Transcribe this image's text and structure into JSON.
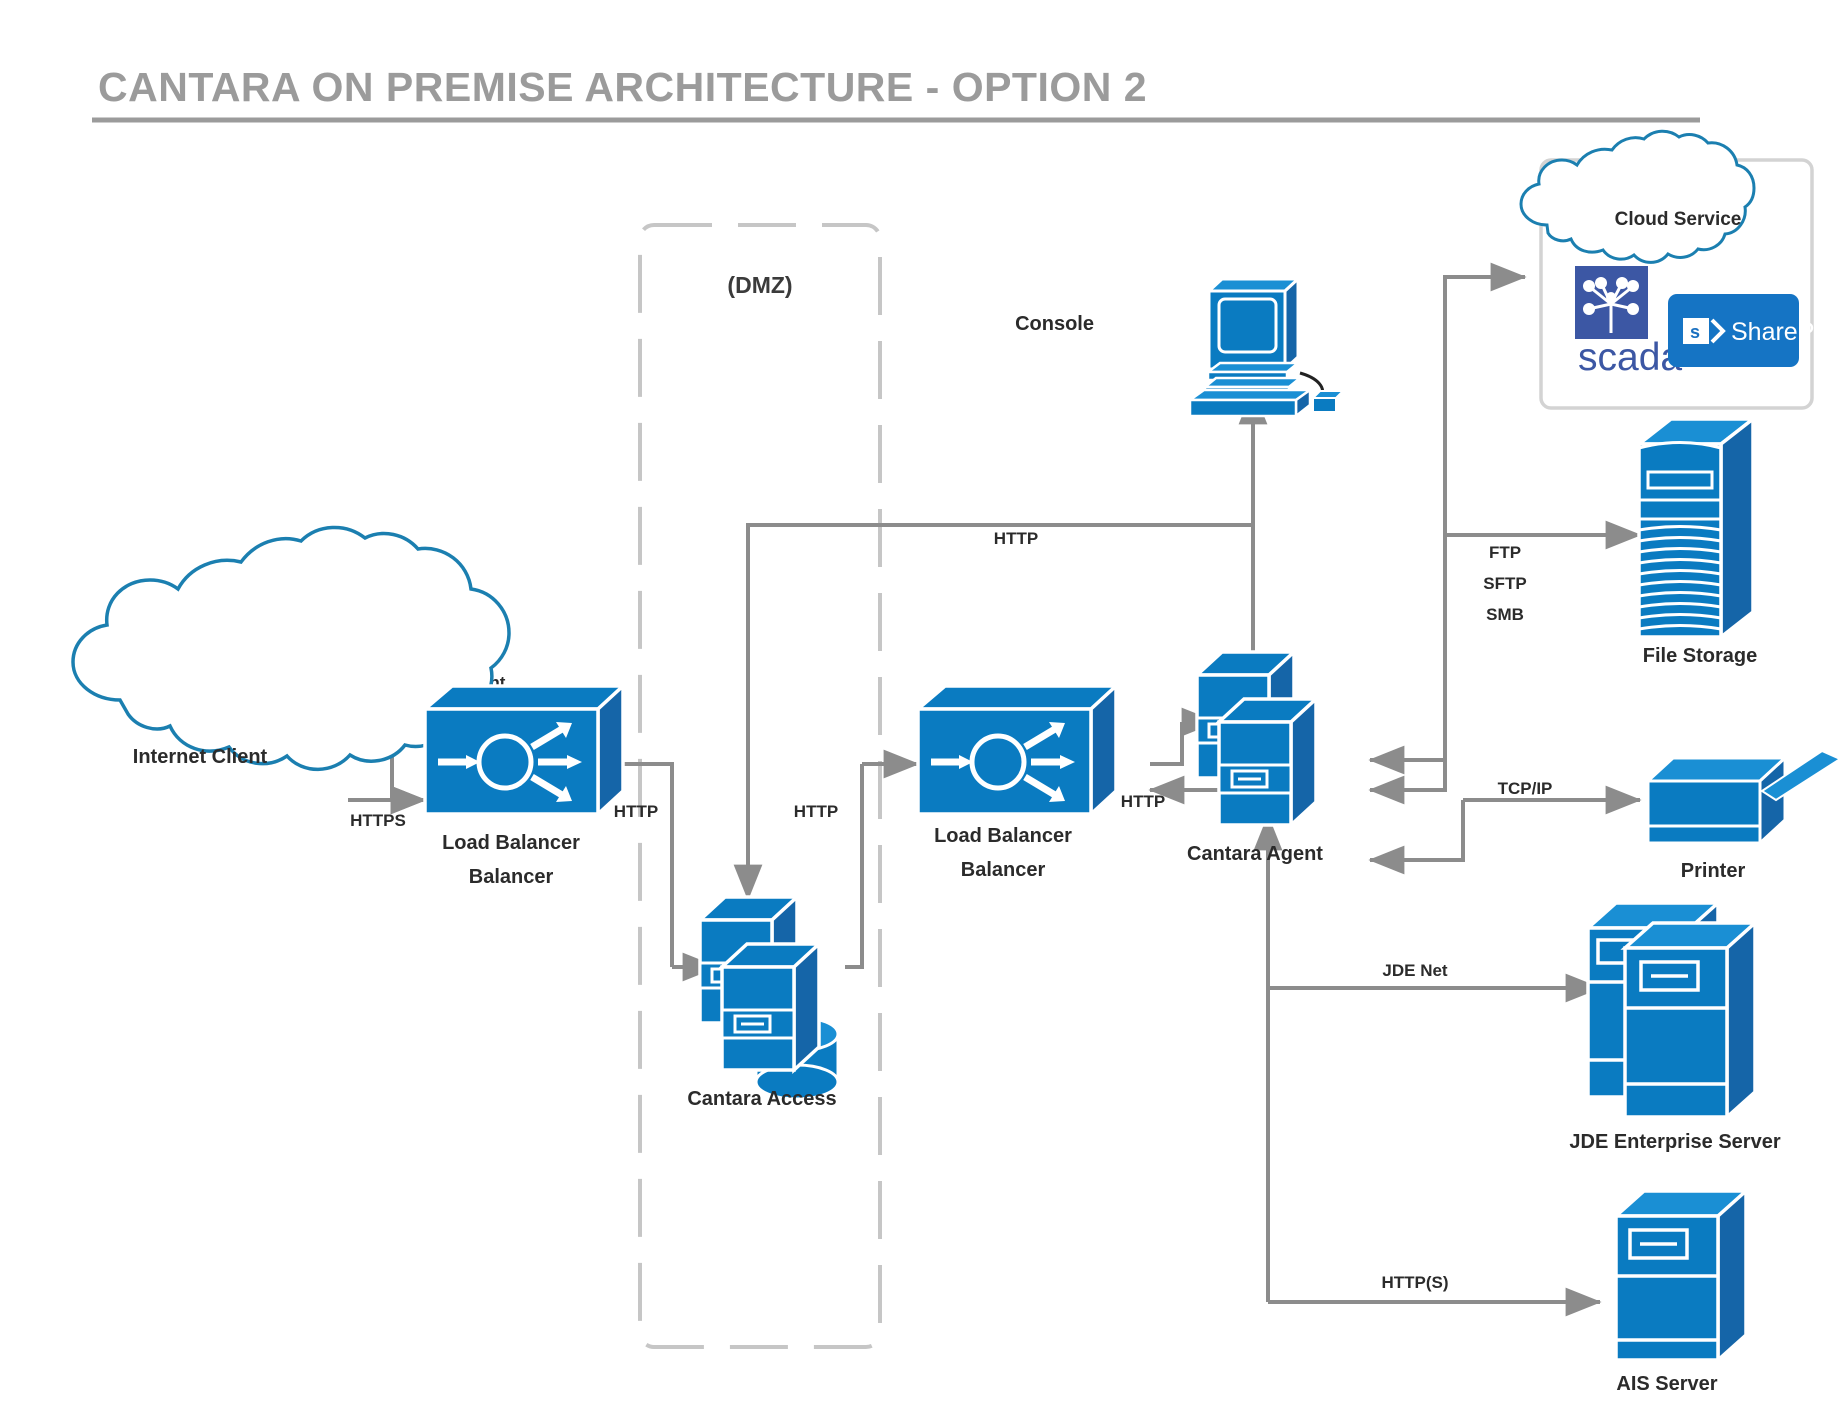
{
  "page": {
    "title": "CANTARA ON PREMISE ARCHITECTURE - OPTION 2",
    "background": "#ffffff",
    "title_color": "#9b9b9b",
    "accent_blue": "#0a7bc1",
    "accent_blue_dark": "#1565a8",
    "edge_gray": "#8c8c8c",
    "cloud_stroke": "#1b7fb0"
  },
  "zones": [
    {
      "id": "dmz",
      "label": "(DMZ)",
      "style": "dashed-rounded"
    }
  ],
  "nodes": [
    {
      "id": "internet-client",
      "label": "Internet Client",
      "icon": "cloud-icon"
    },
    {
      "id": "load-balancer-1",
      "label": "Load Balancer",
      "icon": "load-balancer-icon",
      "annotation": "SSL End Point"
    },
    {
      "id": "cantara-access",
      "label": "Cantara Access",
      "icon": "server-stack-db-icon"
    },
    {
      "id": "load-balancer-2",
      "label": "Load Balancer",
      "icon": "load-balancer-icon"
    },
    {
      "id": "cantara-agent",
      "label": "Cantara Agent",
      "icon": "server-stack-icon"
    },
    {
      "id": "console",
      "label": "Console",
      "icon": "desktop-computer-icon"
    },
    {
      "id": "cloud-service",
      "label": "Cloud Service",
      "icon": "cloud-icon"
    },
    {
      "id": "scada",
      "label": "scada",
      "icon": "scada-logo-icon"
    },
    {
      "id": "sharepoint",
      "label": "SharePoint",
      "icon": "sharepoint-logo-icon"
    },
    {
      "id": "file-storage",
      "label": "File Storage",
      "icon": "tower-storage-icon"
    },
    {
      "id": "printer",
      "label": "Printer",
      "icon": "printer-icon"
    },
    {
      "id": "jde-enterprise-server",
      "label": "JDE Enterprise Server",
      "icon": "server-pair-icon"
    },
    {
      "id": "ais-server",
      "label": "AIS Server",
      "icon": "server-icon"
    }
  ],
  "edges": [
    {
      "id": "e1",
      "from": "internet-client",
      "to": "load-balancer-1",
      "label": "HTTPS"
    },
    {
      "id": "e2",
      "from": "load-balancer-1",
      "to": "cantara-access",
      "label": "HTTP"
    },
    {
      "id": "e3",
      "from": "cantara-access",
      "to": "load-balancer-2",
      "label": "HTTP"
    },
    {
      "id": "e4",
      "from": "load-balancer-2",
      "to": "cantara-agent",
      "label": "HTTP"
    },
    {
      "id": "e5",
      "from": "cantara-agent",
      "to": "console",
      "label": "HTTP"
    },
    {
      "id": "e6",
      "from": "cantara-agent",
      "to": "cloud-service",
      "label": ""
    },
    {
      "id": "e7",
      "from": "cantara-agent",
      "to": "file-storage",
      "label": "FTP\nSFTP\nSMB"
    },
    {
      "id": "e8",
      "from": "cantara-agent",
      "to": "printer",
      "label": "TCP/IP"
    },
    {
      "id": "e9",
      "from": "cantara-agent",
      "to": "jde-enterprise-server",
      "label": "JDE Net"
    },
    {
      "id": "e10",
      "from": "cantara-agent",
      "to": "ais-server",
      "label": "HTTP(S)"
    }
  ],
  "labels": {
    "https": "HTTPS",
    "ssl_end_point": "SSL End Point",
    "http_lb1_access": "HTTP",
    "http_access_lb2": "HTTP",
    "http_lb2_agent": "HTTP",
    "http_console": "HTTP",
    "ftp": "FTP",
    "sftp": "SFTP",
    "smb": "SMB",
    "tcpip": "TCP/IP",
    "jde_net": "JDE Net",
    "https_ais": "HTTP(S)",
    "dmz": "(DMZ)",
    "cloud_service": "Cloud Service",
    "internet_client": "Internet Client",
    "load_balancer_1": "Load Balancer",
    "load_balancer_2": "Load Balancer",
    "cantara_access": "Cantara Access",
    "cantara_agent": "Cantara Agent",
    "console": "Console",
    "file_storage": "File Storage",
    "printer": "Printer",
    "jde_enterprise_server": "JDE Enterprise Server",
    "ais_server": "AIS Server",
    "scada": "scada",
    "sharepoint": "SharePoint",
    "sharepoint_badge": "s"
  }
}
